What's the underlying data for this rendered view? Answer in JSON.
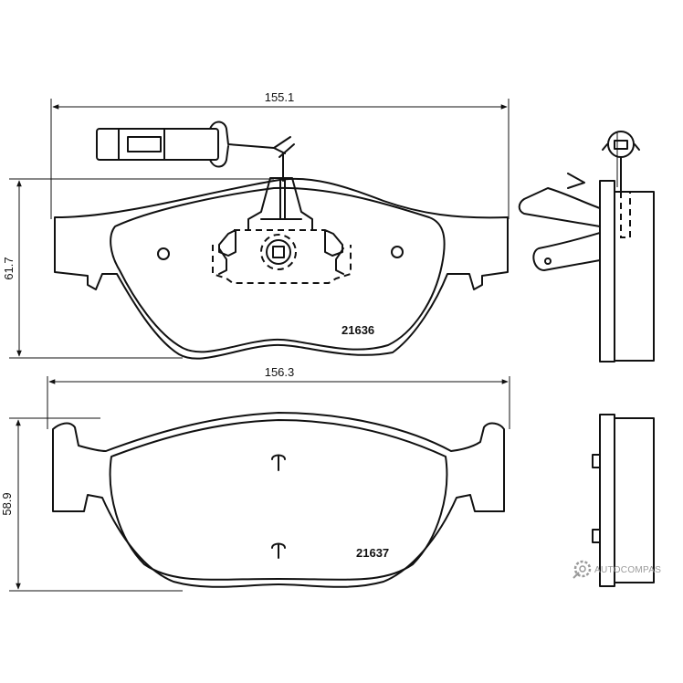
{
  "dimensions": {
    "top_width": "155.1",
    "top_height": "61.7",
    "bottom_width": "156.3",
    "bottom_height": "58.9"
  },
  "parts": {
    "top_pad": "21636",
    "bottom_pad": "21637"
  },
  "watermark": {
    "text": "AUTOCOMPAS",
    "icon": "gear-wrench-icon",
    "color": "#9a9a9a"
  },
  "colors": {
    "line": "#111111",
    "background": "#ffffff"
  }
}
